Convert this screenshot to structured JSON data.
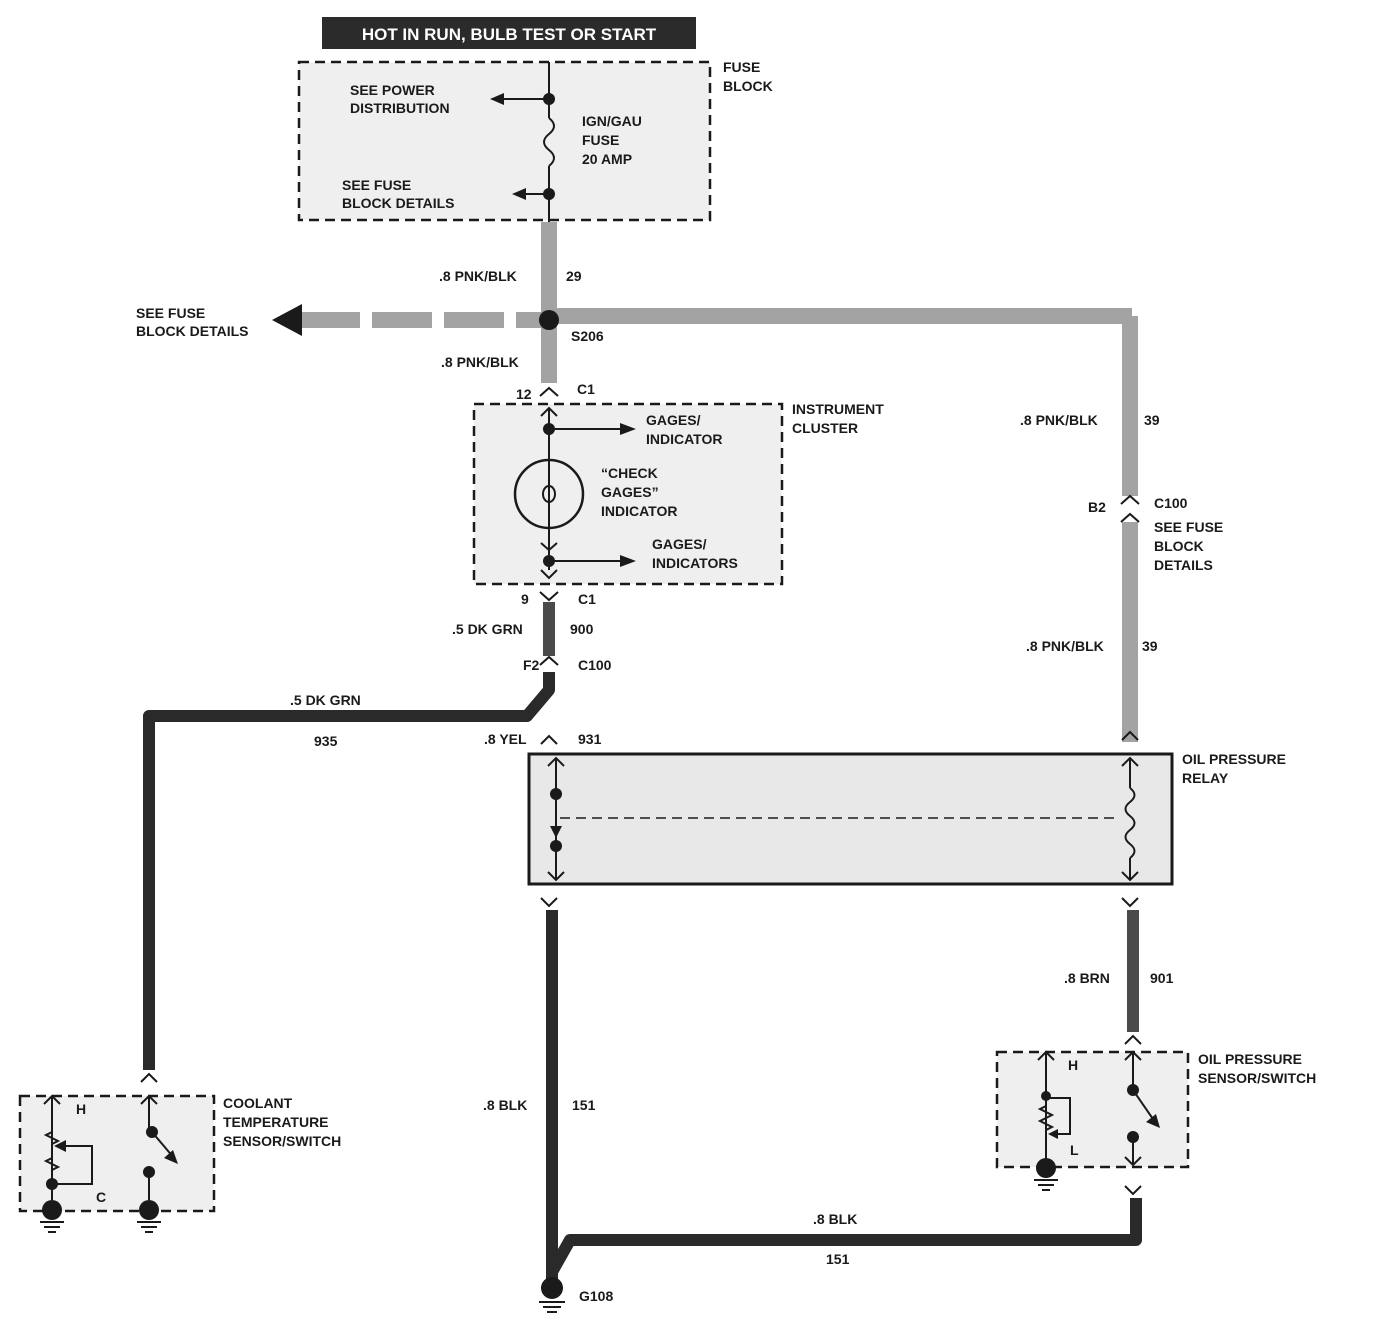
{
  "title": "HOT IN RUN, BULB TEST OR START",
  "fuse_block": {
    "name": "FUSE BLOCK",
    "see_power_distribution": [
      "SEE POWER",
      "DISTRIBUTION"
    ],
    "fuse_label": [
      "IGN/GAU",
      "FUSE",
      "20 AMP"
    ],
    "see_fuse_block_details": [
      "SEE FUSE",
      "BLOCK DETAILS"
    ]
  },
  "wires": {
    "w29_gauge": ".8 PNK/BLK",
    "w29_num": "29",
    "splice_left_ref": [
      "SEE FUSE",
      "BLOCK DETAILS"
    ],
    "splice": "S206",
    "w_after_splice": ".8 PNK/BLK",
    "c1_top_pin": "12",
    "c1_top": "C1",
    "w39_upper_gauge": ".8 PNK/BLK",
    "w39_upper_num": "39",
    "c100_pin_b2": "B2",
    "c100_b2": "C100",
    "c100_b2_ref": [
      "SEE FUSE",
      "BLOCK",
      "DETAILS"
    ],
    "w39_lower_gauge": ".8 PNK/BLK",
    "w39_lower_num": "39",
    "c1_bottom_pin": "9",
    "c1_bottom": "C1",
    "w900_gauge": ".5 DK GRN",
    "w900_num": "900",
    "c100_pin_f2": "F2",
    "c100_f2": "C100",
    "w935_gauge": ".5 DK GRN",
    "w935_num": "935",
    "w931_gauge": ".8 YEL",
    "w931_num": "931",
    "w901_gauge": ".8 BRN",
    "w901_num": "901",
    "w151_left_gauge": ".8 BLK",
    "w151_left_num": "151",
    "w151_bottom_gauge": ".8 BLK",
    "w151_bottom_num": "151",
    "ground": "G108"
  },
  "instrument_cluster": {
    "name": [
      "INSTRUMENT",
      "CLUSTER"
    ],
    "gages_top": [
      "GAGES/",
      "INDICATOR"
    ],
    "check_gages": [
      "“CHECK",
      "GAGES”",
      "INDICATOR"
    ],
    "gages_bottom": [
      "GAGES/",
      "INDICATORS"
    ]
  },
  "oil_pressure_relay": {
    "name": [
      "OIL PRESSURE",
      "RELAY"
    ]
  },
  "oil_pressure_sensor": {
    "name": [
      "OIL PRESSURE",
      "SENSOR/SWITCH"
    ],
    "h": "H",
    "l": "L"
  },
  "coolant_sensor": {
    "name": [
      "COOLANT",
      "TEMPERATURE",
      "SENSOR/SWITCH"
    ],
    "h": "H",
    "c": "C"
  }
}
